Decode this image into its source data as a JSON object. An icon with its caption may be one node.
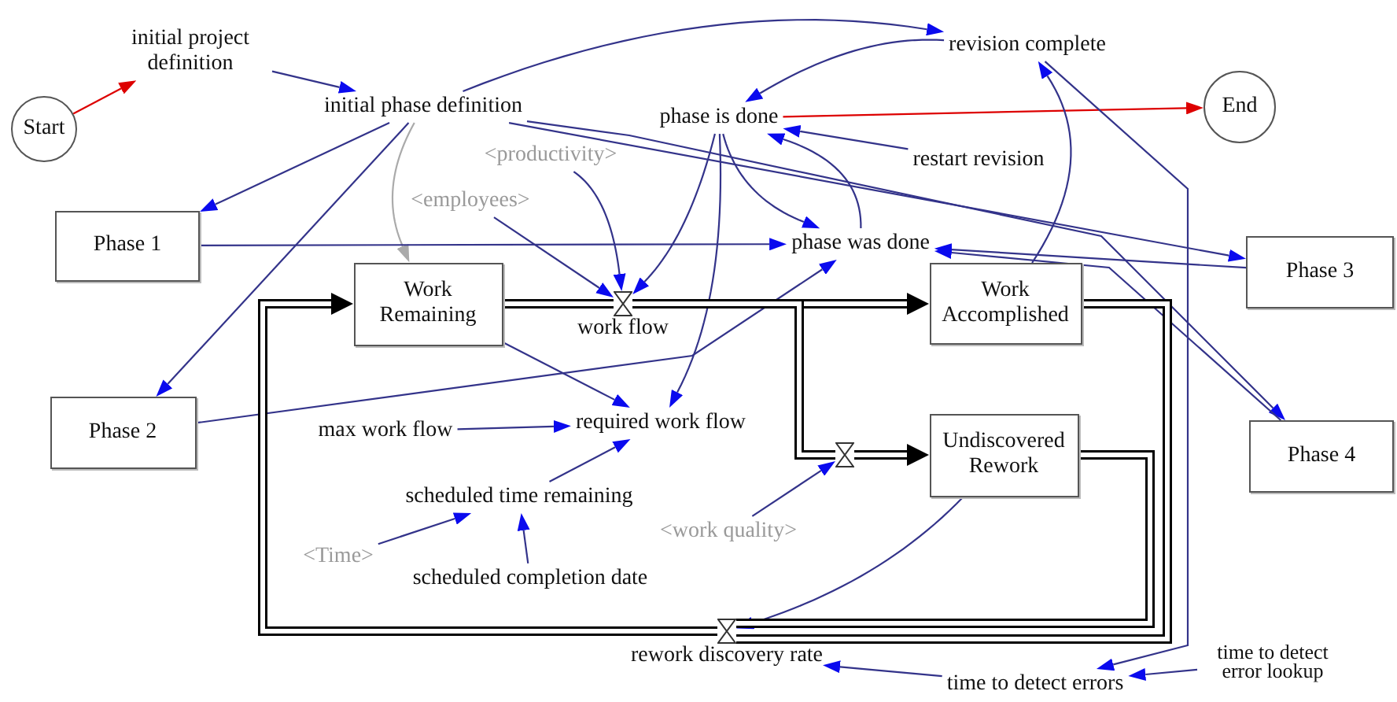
{
  "diagram": {
    "nodes": [
      {
        "text": [
          "Start"
        ]
      },
      {
        "text": [
          "initial project definition"
        ]
      },
      {
        "text": [
          "initial phase definition"
        ]
      },
      {
        "text": [
          "revision complete"
        ]
      },
      {
        "text": [
          "phase is done"
        ]
      },
      {
        "text": [
          "End"
        ]
      },
      {
        "text": [
          "restart revision"
        ]
      },
      {
        "text": [
          "<productivity>"
        ]
      },
      {
        "text": [
          "<employees>"
        ]
      },
      {
        "text": [
          "Phase 1"
        ]
      },
      {
        "text": [
          "phase was done"
        ]
      },
      {
        "text": [
          "Phase 3"
        ]
      },
      {
        "text": [
          "Work Remaining"
        ]
      },
      {
        "text": [
          "work flow"
        ]
      },
      {
        "text": [
          "Work Accomplished"
        ]
      },
      {
        "text": [
          "Phase 2"
        ]
      },
      {
        "text": [
          "max work flow"
        ]
      },
      {
        "text": [
          "required work flow"
        ]
      },
      {
        "text": [
          "Phase 4"
        ]
      },
      {
        "text": [
          "Undiscovered Rework"
        ]
      },
      {
        "text": [
          "<work quality>"
        ]
      },
      {
        "text": [
          "scheduled time remaining"
        ]
      },
      {
        "text": [
          "<Time>"
        ]
      },
      {
        "text": [
          "scheduled completion date"
        ]
      },
      {
        "text": [
          "rework discovery rate"
        ]
      },
      {
        "text": [
          "time to detect errors"
        ]
      },
      {
        "text": [
          "time to detect error lookup"
        ]
      },
      {
        "text": [],
        "shape": "valve"
      }
    ],
    "edges": [
      {
        "from": 0,
        "to": 1,
        "arrow": "to",
        "color": "#dd0000"
      },
      {
        "from": 1,
        "to": 2,
        "arrow": "to"
      },
      {
        "from": 2,
        "to": 3,
        "arrow": "to"
      },
      {
        "from": 3,
        "to": 4,
        "arrow": "to"
      },
      {
        "from": 4,
        "to": 5,
        "arrow": "to",
        "color": "#dd0000"
      },
      {
        "from": 6,
        "to": 4,
        "arrow": "to"
      },
      {
        "from": 2,
        "to": 9,
        "arrow": "to"
      },
      {
        "from": 2,
        "to": 15,
        "arrow": "to"
      },
      {
        "from": 2,
        "to": 12,
        "arrow": "to",
        "color": "#aaaaaa"
      },
      {
        "from": 2,
        "to": 11,
        "arrow": "to"
      },
      {
        "from": 2,
        "to": 18,
        "arrow": "to"
      },
      {
        "from": 9,
        "to": 10,
        "arrow": "to"
      },
      {
        "from": 15,
        "to": 10,
        "arrow": "to"
      },
      {
        "from": 11,
        "to": 10,
        "arrow": "to"
      },
      {
        "from": 18,
        "to": 10,
        "arrow": "to"
      },
      {
        "from": 4,
        "to": 10,
        "arrow": "to"
      },
      {
        "from": 10,
        "to": 4,
        "arrow": "to"
      },
      {
        "from": 4,
        "to": 13,
        "arrow": "to"
      },
      {
        "from": 4,
        "to": 17,
        "arrow": "to"
      },
      {
        "from": 14,
        "to": 3,
        "arrow": "to"
      },
      {
        "from": 3,
        "to": 25,
        "arrow": "to"
      },
      {
        "from": 7,
        "to": 13,
        "arrow": "to"
      },
      {
        "from": 8,
        "to": 13,
        "arrow": "to"
      },
      {
        "from": 12,
        "to": 17,
        "arrow": "to"
      },
      {
        "from": 16,
        "to": 17,
        "arrow": "to"
      },
      {
        "from": 21,
        "to": 17,
        "arrow": "to"
      },
      {
        "from": 22,
        "to": 21,
        "arrow": "to"
      },
      {
        "from": 23,
        "to": 21,
        "arrow": "to"
      },
      {
        "from": 20,
        "to": 27,
        "arrow": "to"
      },
      {
        "from": 19,
        "to": 24,
        "arrow": "to"
      },
      {
        "from": 25,
        "to": 24,
        "arrow": "to"
      },
      {
        "from": 26,
        "to": 25,
        "arrow": "to"
      },
      {
        "from": 12,
        "to": 13,
        "arrow": "none",
        "style": "thick",
        "color": "#000000"
      },
      {
        "from": 13,
        "to": 14,
        "arrow": "to",
        "style": "thick",
        "color": "#000000"
      },
      {
        "from": 13,
        "to": 27,
        "arrow": "none",
        "style": "thick",
        "color": "#000000"
      },
      {
        "from": 27,
        "to": 19,
        "arrow": "to",
        "style": "thick",
        "color": "#000000"
      },
      {
        "from": 14,
        "to": 24,
        "arrow": "none",
        "style": "thick",
        "color": "#000000"
      },
      {
        "from": 19,
        "to": 24,
        "arrow": "none",
        "style": "thick",
        "color": "#000000"
      },
      {
        "from": 24,
        "to": 12,
        "arrow": "to",
        "style": "thick",
        "color": "#000000"
      }
    ]
  }
}
